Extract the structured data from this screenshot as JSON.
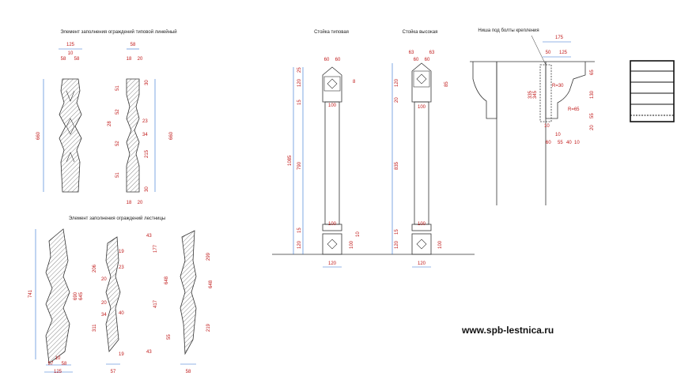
{
  "titles": {
    "linear": "Элемент заполнения ограждений типовой линейный",
    "stair": "Элемент заполнения ограждений лестницы",
    "post_standard": "Стойка типовая",
    "post_tall": "Стойка высокая",
    "niche": "Ниша под болты крепления"
  },
  "website": "www.spb-lestnica.ru",
  "dims": {
    "d125": "125",
    "d10": "10",
    "d58": "58",
    "d18": "18",
    "d20": "20",
    "d660": "660",
    "d30": "30",
    "d51": "51",
    "d52": "52",
    "d19": "19",
    "d23": "23",
    "d28": "28",
    "d34": "34",
    "d40": "40",
    "d50": "50",
    "d215": "215",
    "d741": "741",
    "d57": "57",
    "d690": "690",
    "d645": "645",
    "d311": "311",
    "d206": "206",
    "d43": "43",
    "d177": "177",
    "d648": "648",
    "d417": "417",
    "d299": "299",
    "d219": "219",
    "d55": "55",
    "d63": "63",
    "d60": "60",
    "d100": "100",
    "d120": "120",
    "d15": "15",
    "d25": "25",
    "d1085": "1085",
    "d790": "790",
    "d85": "85",
    "d835": "835",
    "d8": "8",
    "d175": "175",
    "d335": "335",
    "d345": "345",
    "dR30": "R=30",
    "dR65": "R=65",
    "d130": "130",
    "d65": "65"
  }
}
